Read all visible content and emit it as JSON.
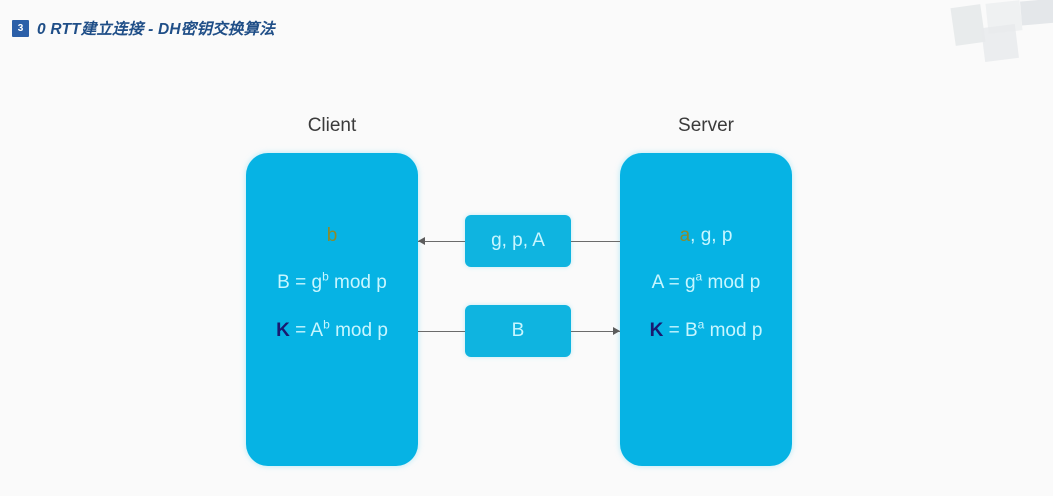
{
  "header": {
    "badge_number": "3",
    "title": "0 RTT建立连接 - DH密钥交换算法",
    "badge_color": "#2b5fa8",
    "title_color": "#1f4e87"
  },
  "colors": {
    "page_background": "#fafafa",
    "party_box": "#06b3e4",
    "message_box": "#0fb4e0",
    "formula_text": "#c8f6ff",
    "secret_exponent": "#8a8b2c",
    "shared_key_letter": "#191970",
    "connector_line": "#6b6b6b",
    "decoration_square": "#e6e8ea"
  },
  "diagram": {
    "client": {
      "label": "Client",
      "lines": [
        {
          "prefix": "",
          "secret": "b",
          "rest": ""
        },
        {
          "prefix": "B = g",
          "sup": "b",
          "rest": " mod p"
        },
        {
          "key": "K",
          "prefix": " = A",
          "sup": "b",
          "rest": " mod p"
        }
      ],
      "line1_secret": "b",
      "line2_base": "B = g",
      "line2_sup": "b",
      "line2_tail": " mod p",
      "line3_key": "K",
      "line3_base": " = A",
      "line3_sup": "b",
      "line3_tail": " mod p"
    },
    "server": {
      "label": "Server",
      "line1_secret": "a",
      "line1_tail": ", g, p",
      "line2_base": "A = g",
      "line2_sup": "a",
      "line2_tail": " mod p",
      "line3_key": "K",
      "line3_base": " = B",
      "line3_sup": "a",
      "line3_tail": " mod p"
    },
    "messages": [
      {
        "label": "g, p, A",
        "direction": "server-to-client"
      },
      {
        "label": "B",
        "direction": "client-to-server"
      }
    ],
    "message_top_label": "g, p, A",
    "message_bottom_label": "B"
  }
}
